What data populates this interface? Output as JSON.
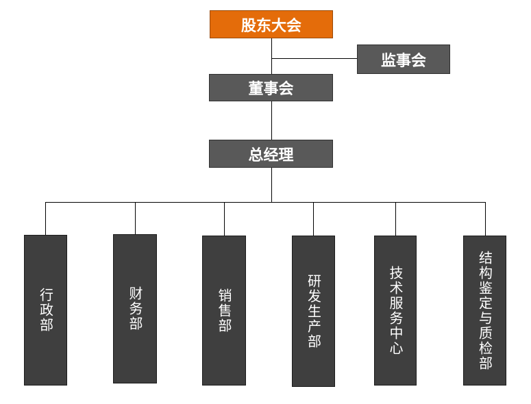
{
  "org": {
    "shareholders": "股东大会",
    "supervisors": "监事会",
    "board": "董事会",
    "gm": "总经理",
    "departments": [
      "行政部",
      "财务部",
      "销售部",
      "研发生产部",
      "技术服务中心",
      "结构鉴定与质检部"
    ]
  },
  "colors": {
    "top": "#E46C0A",
    "mid": "#595959",
    "dept": "#3F3F3F"
  }
}
